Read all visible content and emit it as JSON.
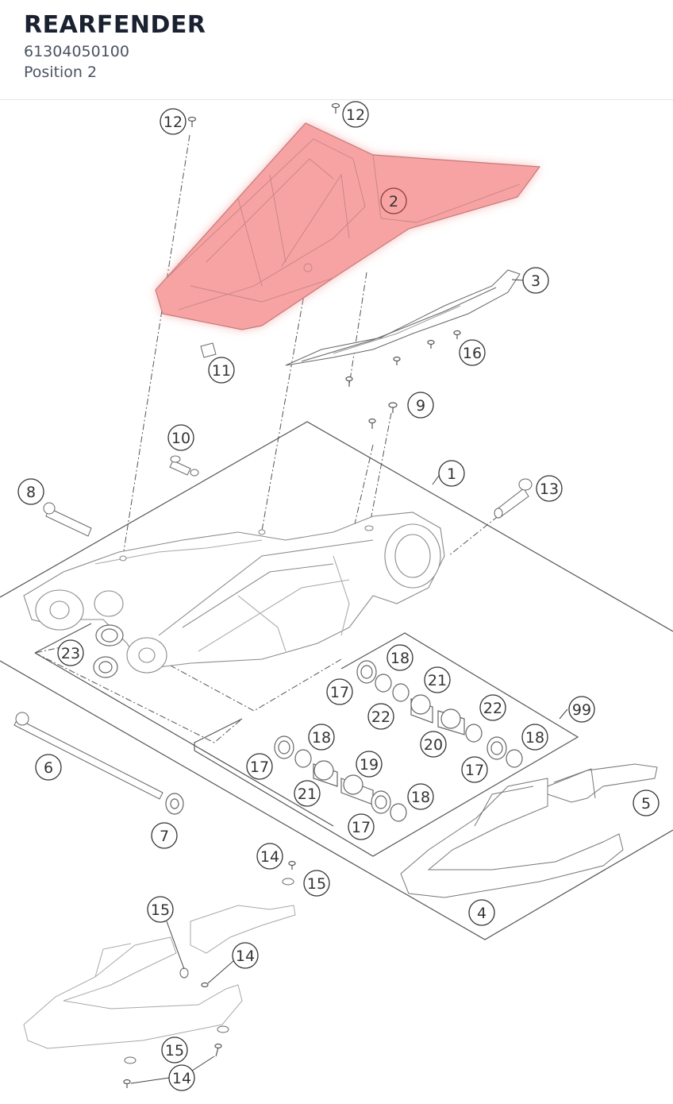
{
  "header": {
    "title": "REARFENDER",
    "part_number": "61304050100",
    "position": "Position 2"
  },
  "colors": {
    "highlight": "#f59a9a",
    "line": "#555555",
    "light_line": "#9a9a9a"
  },
  "callouts": {
    "c1": "1",
    "c2": "2",
    "c3": "3",
    "c4": "4",
    "c5": "5",
    "c6": "6",
    "c7": "7",
    "c8": "8",
    "c9": "9",
    "c10": "10",
    "c11": "11",
    "c12a": "12",
    "c12b": "12",
    "c13": "13",
    "c14a": "14",
    "c14b": "14",
    "c14c": "14",
    "c15a": "15",
    "c15b": "15",
    "c15c": "15",
    "c16": "16",
    "c17a": "17",
    "c17b": "17",
    "c17c": "17",
    "c17d": "17",
    "c18a": "18",
    "c18b": "18",
    "c18c": "18",
    "c18d": "18",
    "c19": "19",
    "c20": "20",
    "c21a": "21",
    "c21b": "21",
    "c22a": "22",
    "c22b": "22",
    "c23": "23",
    "c99": "99"
  }
}
